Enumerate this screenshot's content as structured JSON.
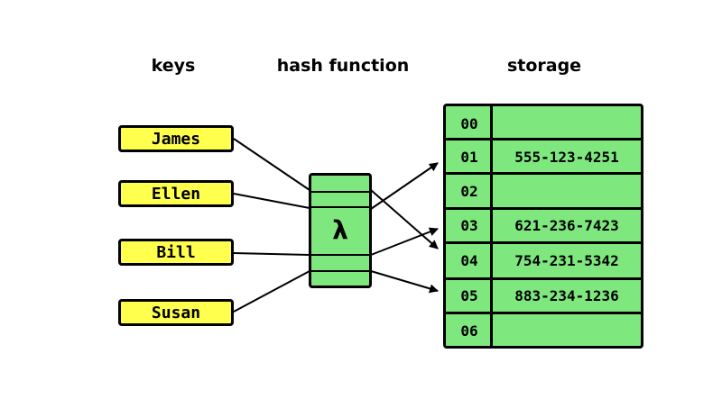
{
  "headers": {
    "keys": "keys",
    "hash_function": "hash function",
    "storage": "storage"
  },
  "keys": [
    "James",
    "Ellen",
    "Bill",
    "Susan"
  ],
  "hash_symbol": "λ",
  "storage": {
    "rows": [
      {
        "index": "00",
        "value": ""
      },
      {
        "index": "01",
        "value": "555-123-4251"
      },
      {
        "index": "02",
        "value": ""
      },
      {
        "index": "03",
        "value": "621-236-7423"
      },
      {
        "index": "04",
        "value": "754-231-5342"
      },
      {
        "index": "05",
        "value": "883-234-1236"
      },
      {
        "index": "06",
        "value": ""
      }
    ]
  },
  "colors": {
    "key_fill": "#ffff4d",
    "green_fill": "#7ee87e",
    "stroke": "#000000"
  }
}
